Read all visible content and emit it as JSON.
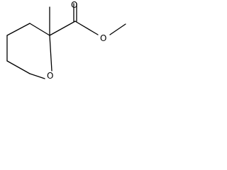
{
  "molecule": {
    "atoms": {
      "ring_oxygen": "O",
      "carbonyl_oxygen": "O",
      "ester_oxygen": "O"
    }
  }
}
